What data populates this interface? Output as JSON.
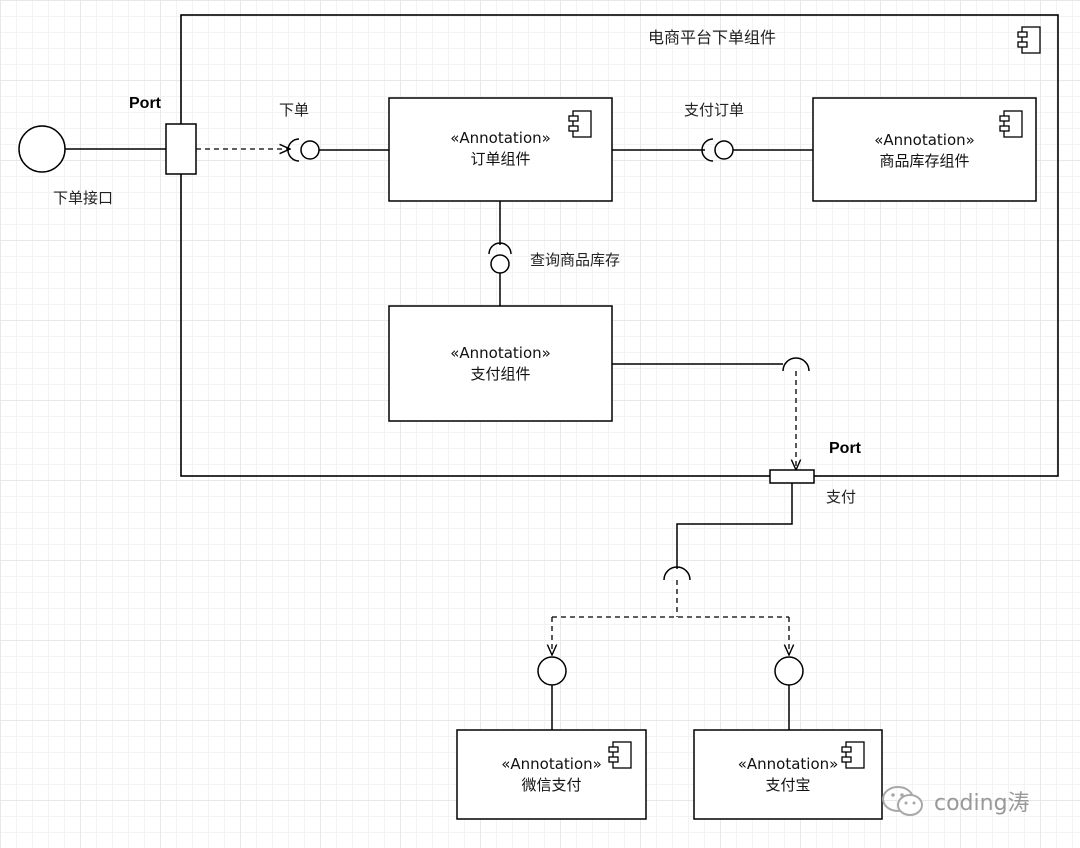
{
  "container": {
    "title": "电商平台下单组件"
  },
  "ports": {
    "left_label": "Port",
    "bottom_label": "Port"
  },
  "external_interface": {
    "label": "下单接口"
  },
  "interfaces": {
    "order": "下单",
    "pay_order": "支付订单",
    "query_stock": "查询商品库存",
    "pay": "支付"
  },
  "components": {
    "order": {
      "stereotype": "«Annotation»",
      "name": "订单组件"
    },
    "stock": {
      "stereotype": "«Annotation»",
      "name": "商品库存组件"
    },
    "payment": {
      "stereotype": "«Annotation»",
      "name": "支付组件"
    },
    "wechat": {
      "stereotype": "«Annotation»",
      "name": "微信支付"
    },
    "alipay": {
      "stereotype": "«Annotation»",
      "name": "支付宝"
    }
  },
  "watermark": {
    "text": "coding涛",
    "icon": "wechat-icon"
  },
  "colors": {
    "stroke": "#000000",
    "grid": "#e8e8e8",
    "watermark": "#999999"
  }
}
